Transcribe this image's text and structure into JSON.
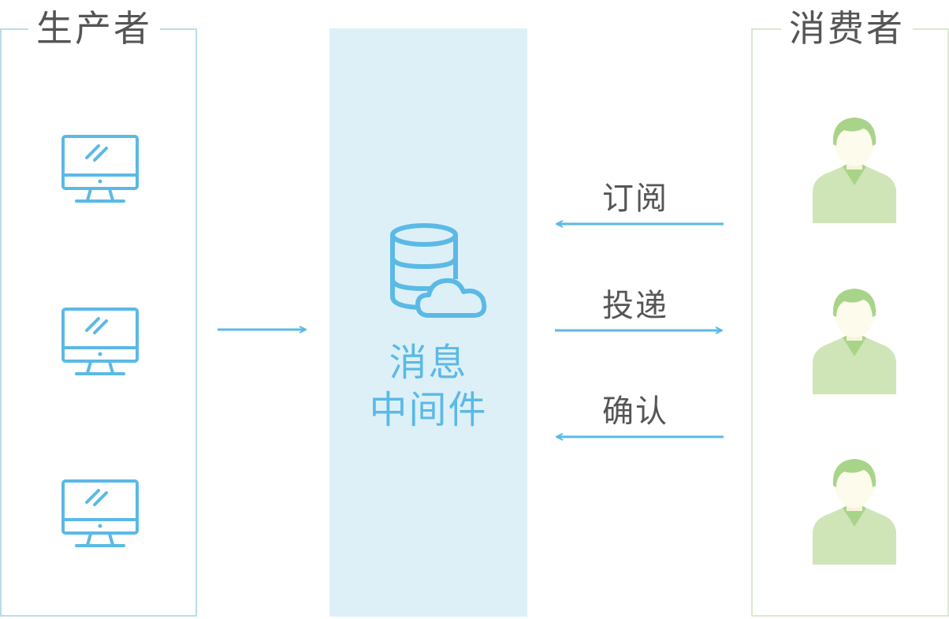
{
  "producer": {
    "title": "生产者",
    "icons": [
      "monitor-icon",
      "monitor-icon",
      "monitor-icon"
    ]
  },
  "broker": {
    "label_line1": "消息",
    "label_line2": "中间件",
    "icon": "database-cloud-icon"
  },
  "consumer": {
    "title": "消费者",
    "icons": [
      "person-icon",
      "person-icon",
      "person-icon"
    ]
  },
  "flows": {
    "subscribe": "订阅",
    "deliver": "投递",
    "ack": "确认"
  },
  "colors": {
    "producer_border": "#b9dde6",
    "consumer_border": "#dbe9cd",
    "broker_background": "#ddf0f7",
    "accent_blue": "#5bb9e6",
    "person_green": "#cfe5b8",
    "person_hair": "#a8d48a",
    "person_face": "#fdfbeb",
    "text_gray": "#555555"
  }
}
